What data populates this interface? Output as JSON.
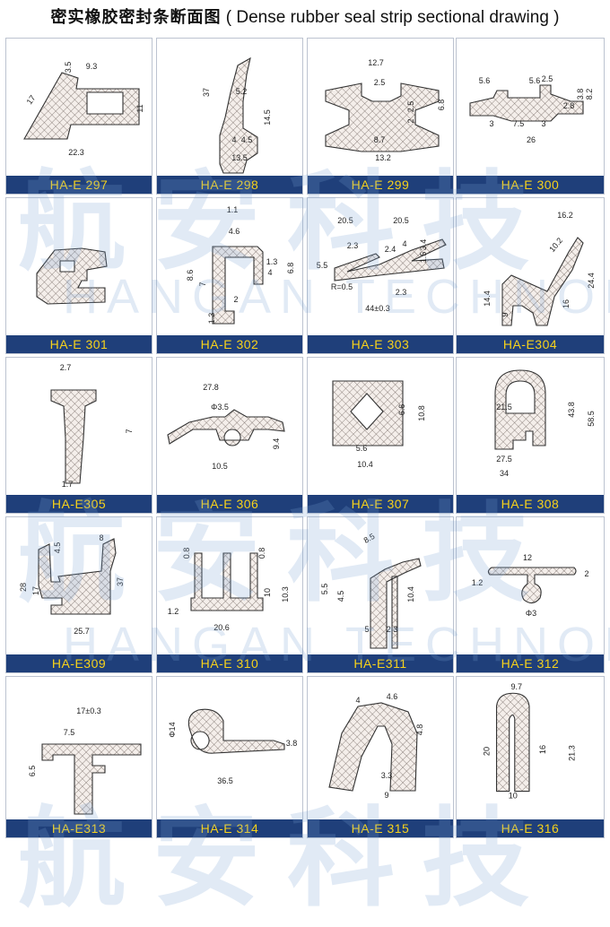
{
  "title": {
    "cn": "密实橡胶密封条断面图",
    "en": "( Dense rubber seal strip sectional drawing )"
  },
  "watermark": {
    "cn": "航安科技",
    "en": "HANGAN TECHNOIOGY"
  },
  "colors": {
    "label_bg": "#1f3f7a",
    "label_text": "#f7d21a",
    "hatch": "#555555"
  },
  "cells": [
    {
      "label": "HA-E 297",
      "dims": [
        "17",
        "3.5",
        "9.3",
        "11",
        "22.3"
      ]
    },
    {
      "label": "HA-E 298",
      "dims": [
        "37",
        "5.2",
        "14.5",
        "4",
        "4.5",
        "13.5"
      ]
    },
    {
      "label": "HA-E 299",
      "dims": [
        "12.7",
        "2.5",
        "2.5",
        "2",
        "6.8",
        "8.7",
        "13.2"
      ]
    },
    {
      "label": "HA-E 300",
      "dims": [
        "5.6",
        "5.6",
        "2.5",
        "3.8",
        "8.2",
        "2.8",
        "3",
        "7.5",
        "3",
        "26"
      ]
    },
    {
      "label": "HA-E 301",
      "dims": []
    },
    {
      "label": "HA-E 302",
      "dims": [
        "1.1",
        "4.6",
        "1.3",
        "4",
        "6.8",
        "8.6",
        "7",
        "2",
        "1.3"
      ]
    },
    {
      "label": "HA-E 303",
      "dims": [
        "20.5",
        "20.5",
        "2.3",
        "2.4",
        "4",
        "3.4",
        "1.5",
        "5.5",
        "R=0.5",
        "2.3",
        "44±0.3"
      ]
    },
    {
      "label": "HA-E304",
      "dims": [
        "16.2",
        "10.2",
        "14.4",
        "9",
        "16",
        "24.4"
      ]
    },
    {
      "label": "HA-E305",
      "dims": [
        "2.7",
        "7",
        "1.7"
      ]
    },
    {
      "label": "HA-E 306",
      "dims": [
        "27.8",
        "Φ3.5",
        "9.4",
        "10.5"
      ]
    },
    {
      "label": "HA-E 307",
      "dims": [
        "6.6",
        "10.8",
        "5.6",
        "10.4"
      ]
    },
    {
      "label": "HA-E 308",
      "dims": [
        "21.5",
        "43.8",
        "58.5",
        "27.5",
        "34"
      ]
    },
    {
      "label": "HA-E309",
      "dims": [
        "4.5",
        "8",
        "28",
        "17",
        "37",
        "25.7"
      ]
    },
    {
      "label": "HA-E 310",
      "dims": [
        "0.8",
        "0.8",
        "10",
        "10.3",
        "1.2",
        "20.6"
      ]
    },
    {
      "label": "HA-E311",
      "dims": [
        "8.5",
        "5.5",
        "4.5",
        "10.4",
        "5",
        "2.3"
      ]
    },
    {
      "label": "HA-E 312",
      "dims": [
        "12",
        "2",
        "1.2",
        "Φ3"
      ]
    },
    {
      "label": "HA-E313",
      "dims": [
        "17±0.3",
        "7.5",
        "6.5"
      ]
    },
    {
      "label": "HA-E 314",
      "dims": [
        "Φ14",
        "3.8",
        "36.5"
      ]
    },
    {
      "label": "HA-E 315",
      "dims": [
        "4",
        "4.6",
        "4.8",
        "3.3",
        "9"
      ]
    },
    {
      "label": "HA-E 316",
      "dims": [
        "9.7",
        "20",
        "16",
        "21.3",
        "10"
      ]
    }
  ]
}
